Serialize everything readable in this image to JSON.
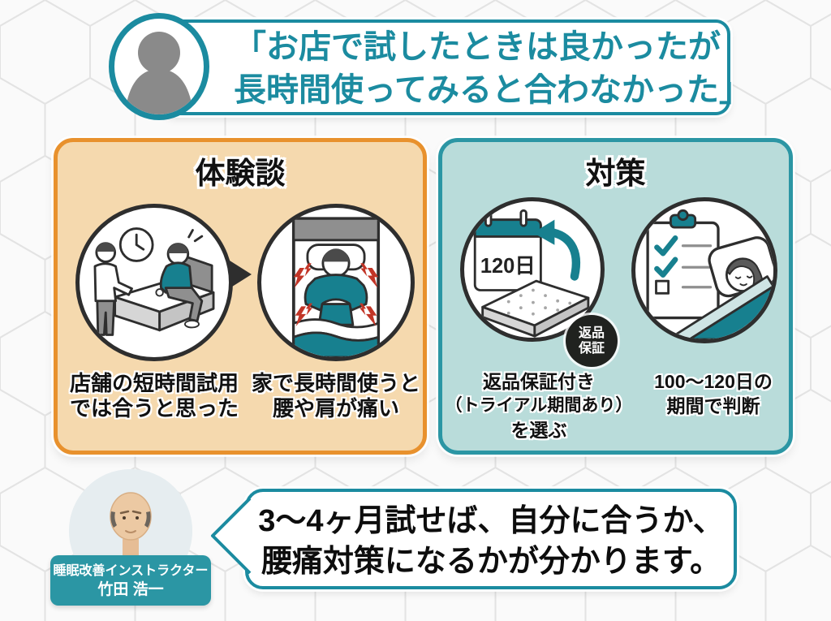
{
  "header": {
    "quote_line1": "「お店で試したときは良かったが",
    "quote_line2": "長時間使ってみると合わなかった」"
  },
  "experience_panel": {
    "title": "体験談",
    "store_caption_line1": "店舗の短時間試用",
    "store_caption_line2": "では合うと思った",
    "home_caption_line1": "家で長時間使うと",
    "home_caption_line2": "腰や肩が痛い"
  },
  "countermeasure_panel": {
    "title": "対策",
    "calendar_label": "120日",
    "badge_line1": "返品",
    "badge_line2": "保証",
    "guarantee_caption_line1": "返品保証付き",
    "guarantee_caption_line2": "（トライアル期間あり）",
    "guarantee_caption_line3": "を選ぶ",
    "judge_caption_line1": "100〜120日の",
    "judge_caption_line2": "期間で判断"
  },
  "expert": {
    "title": "睡眠改善インストラクター",
    "name": "竹田 浩一",
    "comment_line1": "3〜4ヶ月試せば、自分に合うか、",
    "comment_line2": "腰痛対策になるかが分かります。"
  },
  "icons": {
    "person-silhouette-icon": "gray head-and-shoulders silhouette",
    "arrow-right-icon": "black triangle pointing right",
    "clock-icon": "wall clock",
    "pain-bolt-icon": "red lightning bolt",
    "calendar-icon": "calendar sheet with teal header",
    "return-arrow-icon": "teal curved arrow pointing back-left",
    "mattress-icon": "3D mattress with dots",
    "checklist-icon": "clipboard with teal checkmarks",
    "hexagon-background": "white hexagon tile wall"
  },
  "colors": {
    "teal": "#1b8ba0",
    "teal-ill": "#17808f",
    "teal-panel": "#b9dcda",
    "teal-label": "#2b96a4",
    "orange": "#e8912d",
    "tan": "#f5d9ae",
    "red": "#c23527",
    "badge": "#20221f"
  }
}
